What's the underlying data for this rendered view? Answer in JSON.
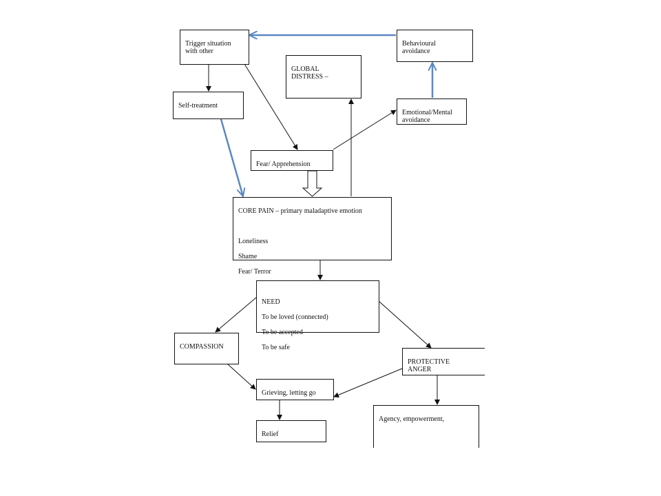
{
  "nodes": {
    "trigger": "Trigger situation\nwith other",
    "behavioural_avoidance": "Behavioural\navoidance",
    "global_distress": "GLOBAL\nDISTRESS –",
    "self_treatment": "Self-treatment",
    "emotional_mental_avoidance": "Emotional/Mental\navoidance",
    "fear_apprehension": "Fear/ Apprehension",
    "core_pain": {
      "title": "CORE PAIN – primary maladaptive emotion",
      "items": [
        "Loneliness",
        "Shame",
        "Fear/ Terror"
      ]
    },
    "need": {
      "title": "NEED",
      "items": [
        "To be loved (connected)",
        "To be accepted",
        "To be safe"
      ]
    },
    "compassion": "COMPASSION",
    "protective_anger": "PROTECTIVE\nANGER",
    "grieving": "Grieving, letting go",
    "agency": "Agency, empowerment,",
    "relief": "Relief"
  },
  "colors": {
    "black_arrow": "#111111",
    "blue_arrow": "#5b87c4"
  }
}
